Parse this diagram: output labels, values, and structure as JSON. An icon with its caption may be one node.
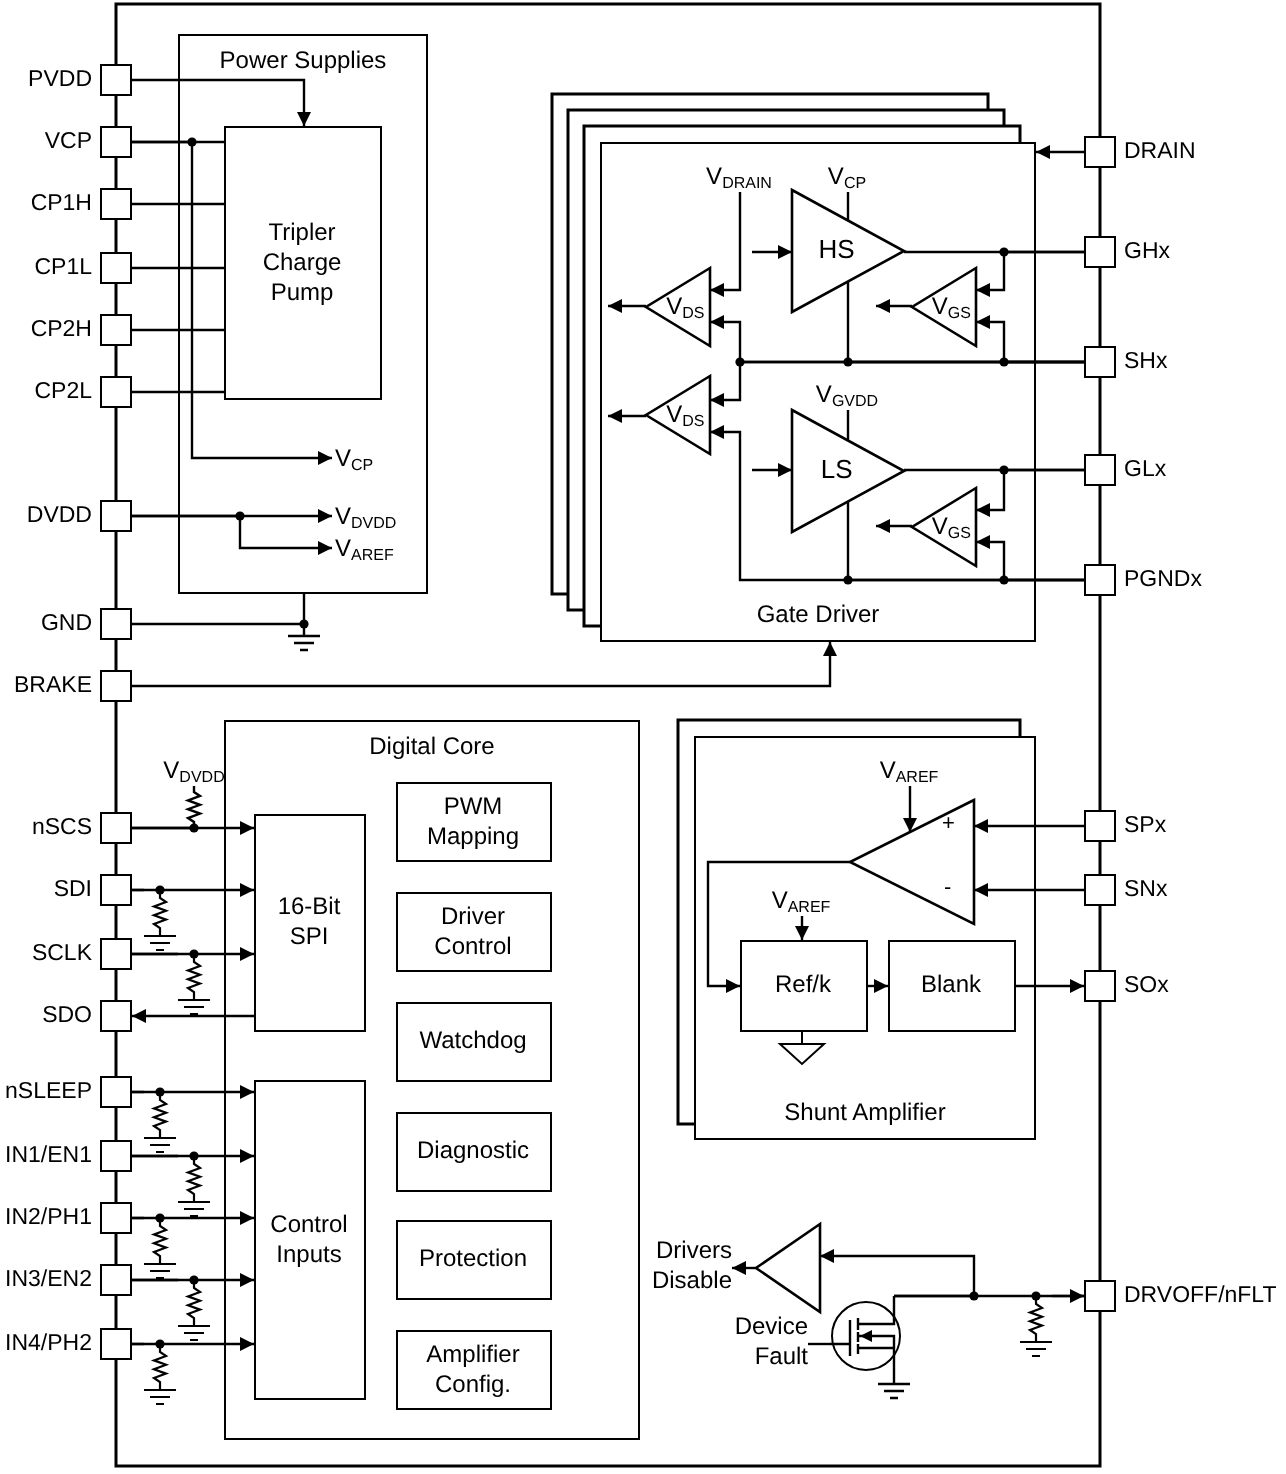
{
  "diagram": {
    "nodes": [
      {
        "text": [
          "Power Supplies"
        ]
      },
      {
        "text": [
          "Tripler Charge Pump"
        ],
        "in": 0
      },
      {
        "text": [
          "V$_{CP}$"
        ],
        "in": 0
      },
      {
        "text": [
          "V$_{DVDD}$"
        ],
        "in": 0
      },
      {
        "text": [
          "V$_{AREF}$"
        ],
        "in": 0
      },
      {
        "text": [
          "PVDD"
        ]
      },
      {
        "text": [
          "VCP"
        ]
      },
      {
        "text": [
          "CP1H"
        ]
      },
      {
        "text": [
          "CP1L"
        ]
      },
      {
        "text": [
          "CP2H"
        ]
      },
      {
        "text": [
          "CP2L"
        ]
      },
      {
        "text": [
          "DVDD"
        ]
      },
      {
        "text": [
          "GND"
        ]
      },
      {
        "text": [
          "BRAKE"
        ]
      },
      {
        "text": [
          "Gate Driver"
        ]
      },
      {
        "text": [
          "V$_{DRAIN}$"
        ],
        "in": 14
      },
      {
        "text": [
          "V$_{CP}$"
        ],
        "in": 14
      },
      {
        "text": [
          "V$_{GVDD}$"
        ],
        "in": 14
      },
      {
        "text": [
          "V$_{DS}$"
        ],
        "in": 14
      },
      {
        "text": [
          "HS"
        ],
        "in": 14
      },
      {
        "text": [
          "V$_{GS}$"
        ],
        "in": 14
      },
      {
        "text": [
          "V$_{DS}$"
        ],
        "in": 14
      },
      {
        "text": [
          "LS"
        ],
        "in": 14
      },
      {
        "text": [
          "V$_{GS}$"
        ],
        "in": 14
      },
      {
        "text": [
          "DRAIN"
        ]
      },
      {
        "text": [
          "GHx"
        ]
      },
      {
        "text": [
          "SHx"
        ]
      },
      {
        "text": [
          "GLx"
        ]
      },
      {
        "text": [
          "PGNDx"
        ]
      },
      {
        "text": [
          "Digital Core"
        ]
      },
      {
        "text": [
          "16-Bit SPI"
        ],
        "in": 29
      },
      {
        "text": [
          "PWM Mapping"
        ],
        "in": 29
      },
      {
        "text": [
          "Driver Control"
        ],
        "in": 29
      },
      {
        "text": [
          "Watchdog"
        ],
        "in": 29
      },
      {
        "text": [
          "Control Inputs"
        ],
        "in": 29
      },
      {
        "text": [
          "Diagnostic"
        ],
        "in": 29
      },
      {
        "text": [
          "Protection"
        ],
        "in": 29
      },
      {
        "text": [
          "Amplifier Config."
        ],
        "in": 29
      },
      {
        "text": [
          "V$_{DVDD}$"
        ]
      },
      {
        "text": [
          "nSCS"
        ]
      },
      {
        "text": [
          "SDI"
        ]
      },
      {
        "text": [
          "SCLK"
        ]
      },
      {
        "text": [
          "SDO"
        ]
      },
      {
        "text": [
          "nSLEEP"
        ]
      },
      {
        "text": [
          "IN1/EN1"
        ]
      },
      {
        "text": [
          "IN2/PH1"
        ]
      },
      {
        "text": [
          "IN3/EN2"
        ]
      },
      {
        "text": [
          "IN4/PH2"
        ]
      },
      {
        "text": [
          "Shunt Amplifier"
        ]
      },
      {
        "text": [
          "V$_{AREF}$"
        ],
        "in": 48
      },
      {
        "text": [],
        "shape": "triangle",
        "in": 48
      },
      {
        "text": [
          "V$_{AREF}$"
        ],
        "in": 48
      },
      {
        "text": [
          "Ref/k"
        ],
        "in": 48
      },
      {
        "text": [
          "Blank"
        ],
        "in": 48
      },
      {
        "text": [
          "SPx"
        ]
      },
      {
        "text": [
          "SNx"
        ]
      },
      {
        "text": [
          "SOx"
        ]
      },
      {
        "text": [
          "Drivers Disable"
        ]
      },
      {
        "text": [],
        "shape": "triangle"
      },
      {
        "text": [
          "Device Fault"
        ]
      },
      {
        "text": [],
        "shape": "transistor"
      },
      {
        "text": [
          "DRVOFF/nFLT"
        ]
      },
      {
        "text": [],
        "shape": "resistor"
      },
      {
        "text": [],
        "shape": "resistor"
      },
      {
        "text": [],
        "shape": "resistor"
      },
      {
        "text": [],
        "shape": "resistor"
      },
      {
        "text": [],
        "shape": "resistor"
      },
      {
        "text": [],
        "shape": "resistor"
      },
      {
        "text": [],
        "shape": "resistor"
      },
      {
        "text": [],
        "shape": "resistor"
      }
    ],
    "edges": [
      {
        "from": 5,
        "to": 1,
        "arrow": "to"
      },
      {
        "from": 6,
        "to": 1,
        "arrow": "none"
      },
      {
        "from": 6,
        "to": 2,
        "arrow": "to"
      },
      {
        "from": 7,
        "to": 1,
        "arrow": "none"
      },
      {
        "from": 8,
        "to": 1,
        "arrow": "none"
      },
      {
        "from": 9,
        "to": 1,
        "arrow": "none"
      },
      {
        "from": 10,
        "to": 1,
        "arrow": "none"
      },
      {
        "from": 11,
        "to": 3,
        "arrow": "to"
      },
      {
        "from": 11,
        "to": 4,
        "arrow": "to"
      },
      {
        "from": 12,
        "to": 0,
        "arrow": "none"
      },
      {
        "from": 13,
        "to": 14,
        "arrow": "to"
      },
      {
        "from": 24,
        "to": 14,
        "arrow": "to"
      },
      {
        "from": null,
        "to": 19,
        "arrow": "to"
      },
      {
        "from": 16,
        "to": 19,
        "arrow": "none"
      },
      {
        "from": 19,
        "to": 25,
        "arrow": "none"
      },
      {
        "from": 19,
        "to": 26,
        "arrow": "none"
      },
      {
        "from": 15,
        "to": 18,
        "arrow": "to"
      },
      {
        "from": 26,
        "to": 18,
        "arrow": "to"
      },
      {
        "from": 26,
        "to": 21,
        "arrow": "to"
      },
      {
        "from": 18,
        "to": null,
        "arrow": "to"
      },
      {
        "from": 21,
        "to": null,
        "arrow": "to"
      },
      {
        "from": 25,
        "to": 20,
        "arrow": "to"
      },
      {
        "from": 26,
        "to": 20,
        "arrow": "to"
      },
      {
        "from": 20,
        "to": null,
        "arrow": "to"
      },
      {
        "from": null,
        "to": 22,
        "arrow": "to"
      },
      {
        "from": 17,
        "to": 22,
        "arrow": "none"
      },
      {
        "from": 22,
        "to": 27,
        "arrow": "none"
      },
      {
        "from": 22,
        "to": 28,
        "arrow": "none"
      },
      {
        "from": 28,
        "to": 21,
        "arrow": "to"
      },
      {
        "from": 27,
        "to": 23,
        "arrow": "to"
      },
      {
        "from": 28,
        "to": 23,
        "arrow": "to"
      },
      {
        "from": 23,
        "to": null,
        "arrow": "to"
      },
      {
        "from": 38,
        "to": 39,
        "arrow": "none"
      },
      {
        "from": 39,
        "to": 30,
        "arrow": "to"
      },
      {
        "from": 40,
        "to": 30,
        "arrow": "to"
      },
      {
        "from": 41,
        "to": 30,
        "arrow": "to"
      },
      {
        "from": 30,
        "to": 42,
        "arrow": "to"
      },
      {
        "from": 43,
        "to": 34,
        "arrow": "to"
      },
      {
        "from": 44,
        "to": 34,
        "arrow": "to"
      },
      {
        "from": 45,
        "to": 34,
        "arrow": "to"
      },
      {
        "from": 46,
        "to": 34,
        "arrow": "to"
      },
      {
        "from": 47,
        "to": 34,
        "arrow": "to"
      },
      {
        "from": 54,
        "to": 50,
        "arrow": "to"
      },
      {
        "from": 55,
        "to": 50,
        "arrow": "to"
      },
      {
        "from": 49,
        "to": 50,
        "arrow": "to"
      },
      {
        "from": 50,
        "to": 52,
        "arrow": "to"
      },
      {
        "from": 51,
        "to": 52,
        "arrow": "to"
      },
      {
        "from": 52,
        "to": 53,
        "arrow": "to"
      },
      {
        "from": 53,
        "to": 56,
        "arrow": "to"
      },
      {
        "from": 60,
        "to": 58,
        "arrow": "to"
      },
      {
        "from": 60,
        "to": 61,
        "arrow": "to"
      },
      {
        "from": 58,
        "to": 57,
        "arrow": "to"
      },
      {
        "from": 59,
        "to": 60,
        "arrow": "none"
      },
      {
        "from": 40,
        "to": 62,
        "arrow": "none"
      },
      {
        "from": 41,
        "to": 63,
        "arrow": "none"
      },
      {
        "from": 43,
        "to": 64,
        "arrow": "none"
      },
      {
        "from": 44,
        "to": 65,
        "arrow": "none"
      },
      {
        "from": 45,
        "to": 66,
        "arrow": "none"
      },
      {
        "from": 46,
        "to": 67,
        "arrow": "none"
      },
      {
        "from": 61,
        "to": 68,
        "arrow": "none"
      },
      {
        "from": 47,
        "to": 69,
        "arrow": "none"
      }
    ],
    "labels": [
      "+",
      "-"
    ]
  }
}
